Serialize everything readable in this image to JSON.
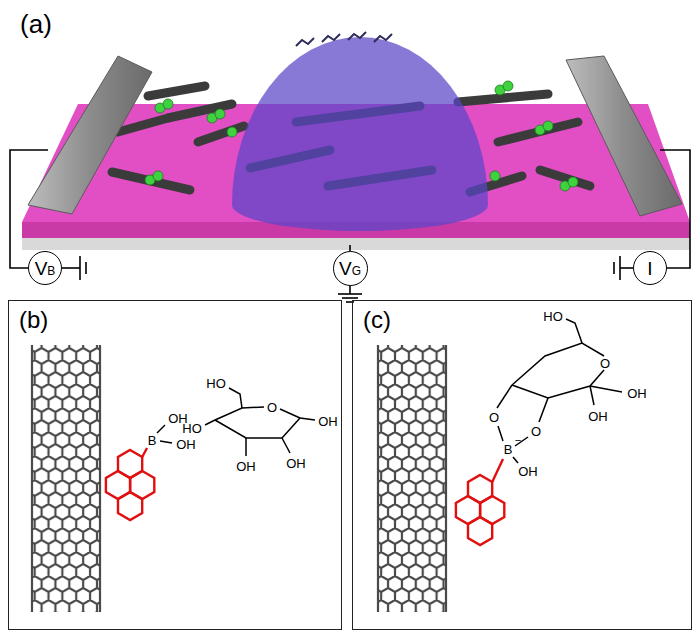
{
  "diagram": {
    "nodes": [
      {
        "text": [
          "VB"
        ]
      },
      {
        "text": [
          "VG"
        ]
      },
      {
        "text": [
          "I"
        ]
      },
      {
        "text": [
          "(b)"
        ]
      },
      {
        "text": [
          "(c)"
        ]
      }
    ],
    "labels": [
      "(a)",
      "B",
      "OH",
      "OH",
      "HO",
      "O",
      "OH",
      "HO",
      "OH",
      "OH",
      "HO",
      "O",
      "OH",
      "O",
      "O",
      "B",
      "−",
      "OH",
      "OH"
    ]
  }
}
